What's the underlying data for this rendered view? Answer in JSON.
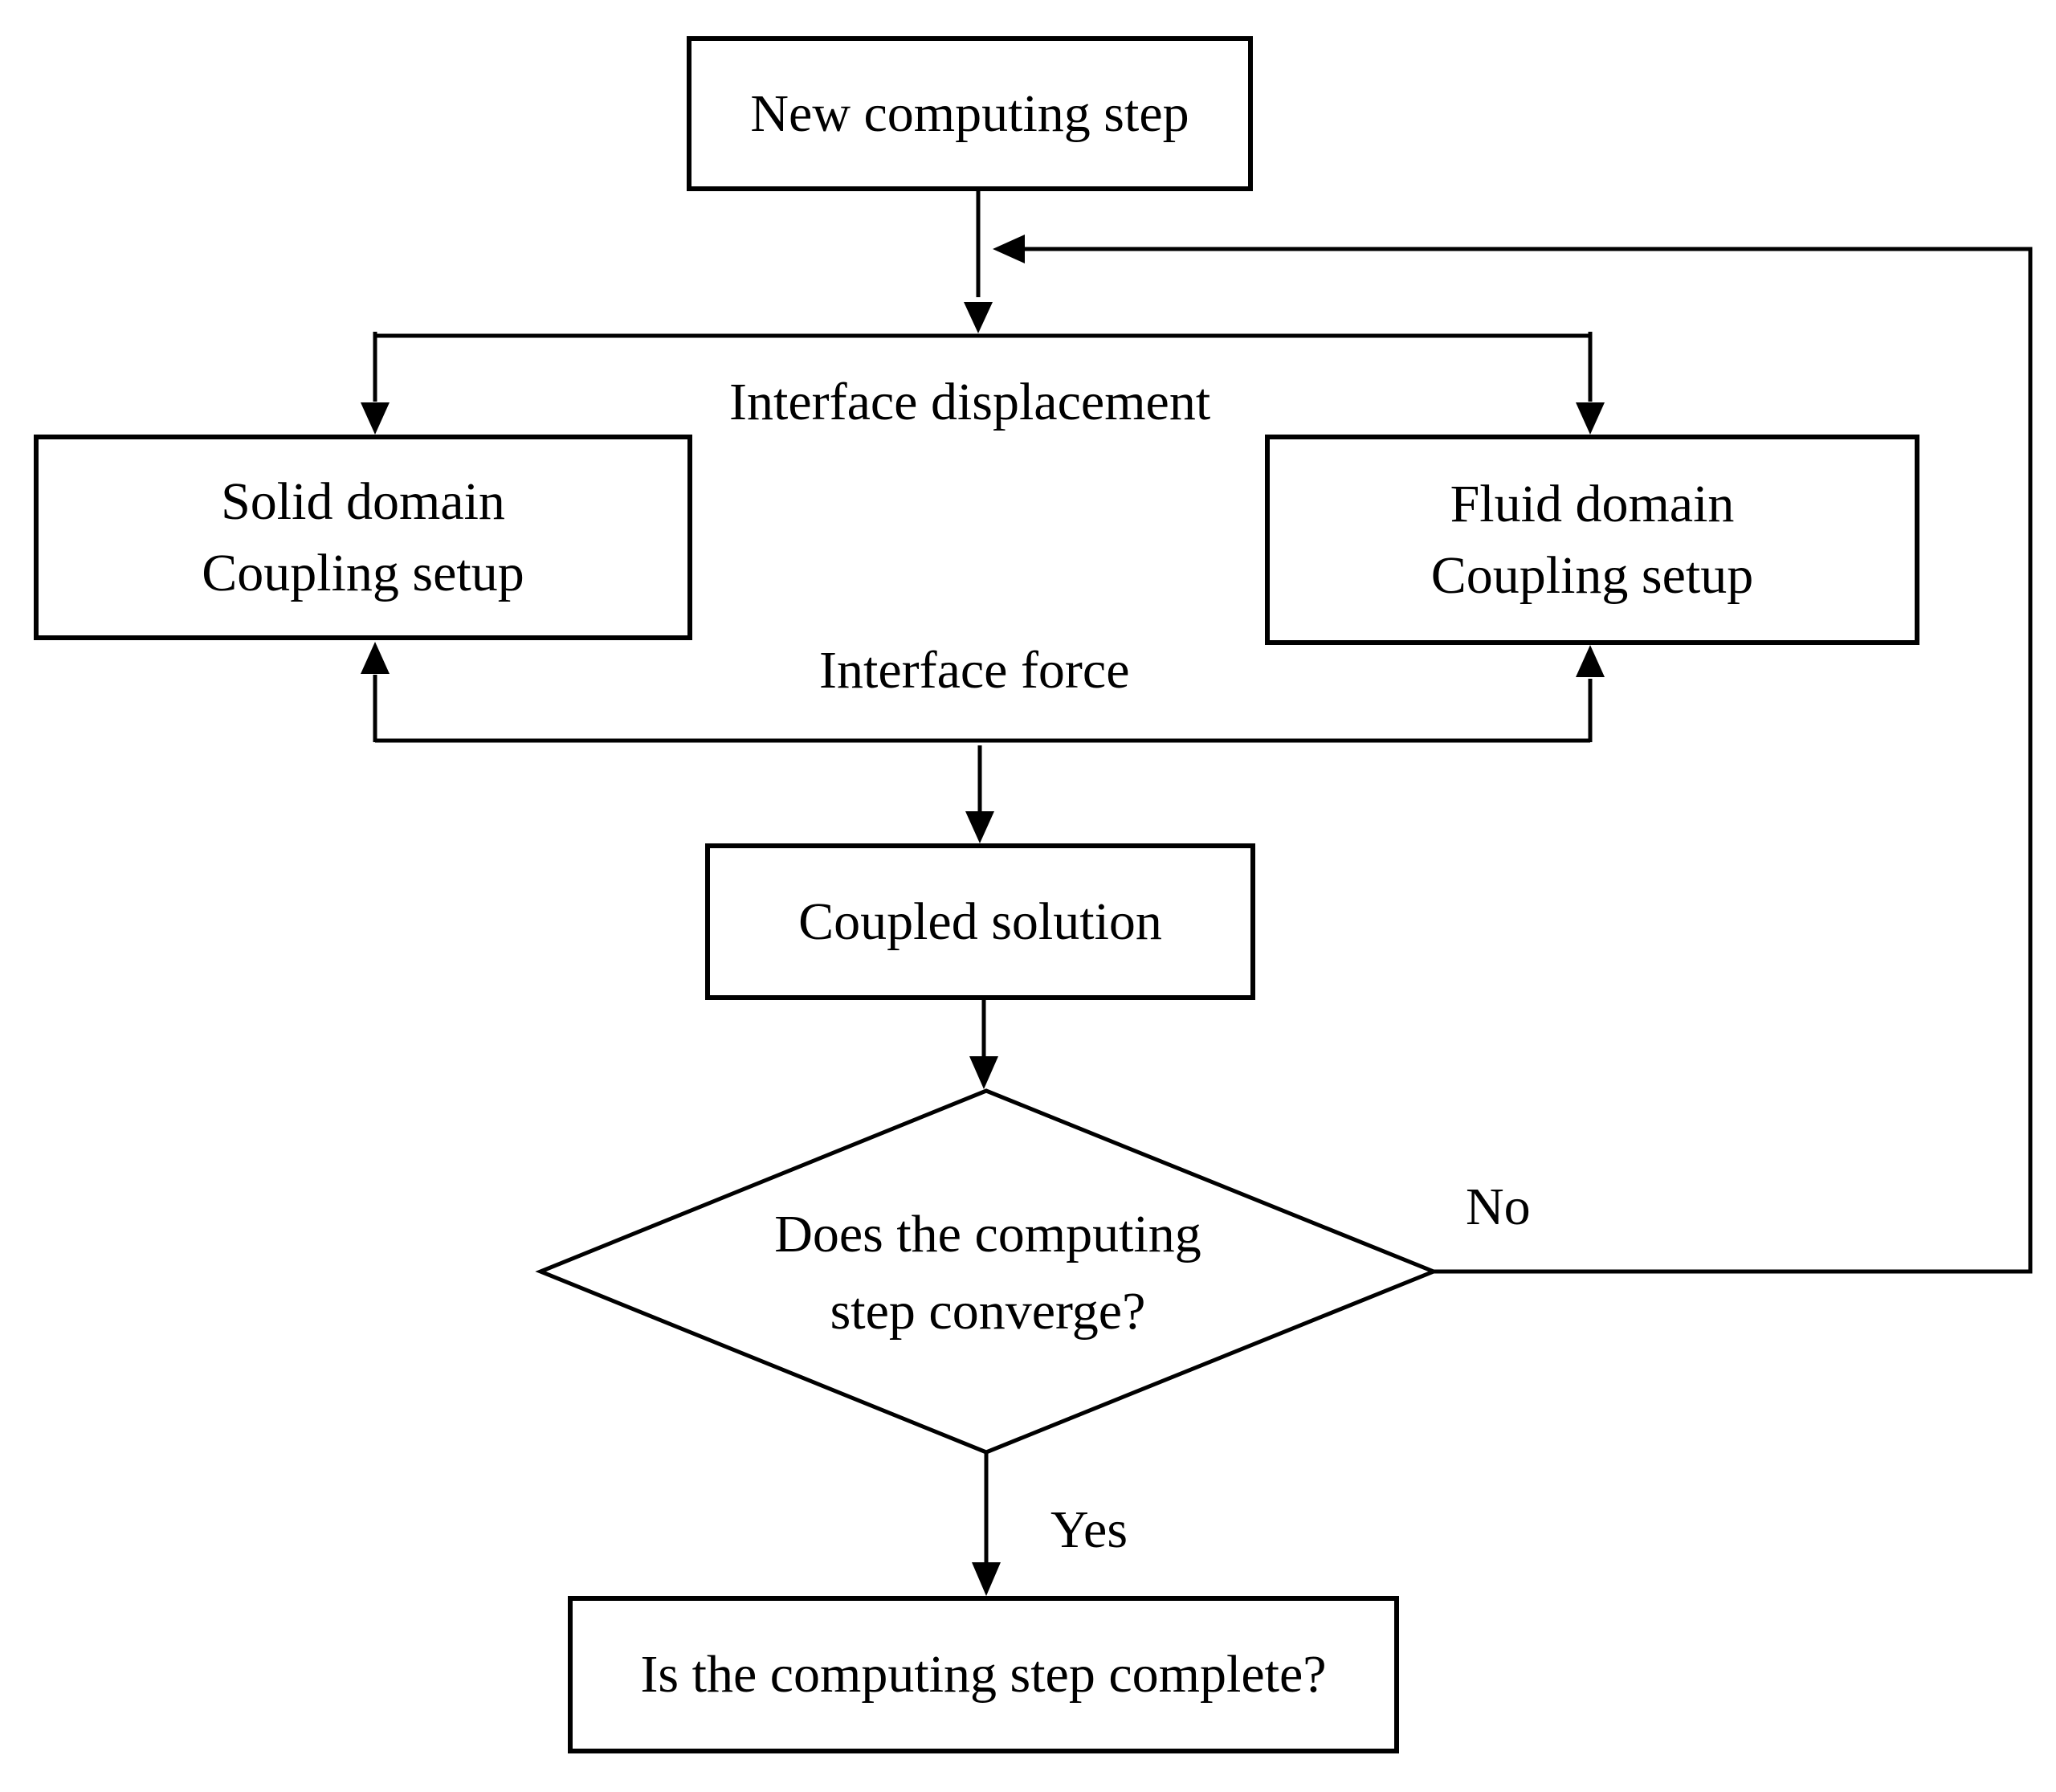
{
  "nodes": {
    "new_step": "New computing step",
    "solid_line1": "Solid domain",
    "solid_line2": "Coupling setup",
    "fluid_line1": "Fluid domain",
    "fluid_line2": "Coupling setup",
    "coupled": "Coupled solution",
    "decision_line1": "Does the computing",
    "decision_line2": "step converge?",
    "final": "Is the computing step complete?"
  },
  "edge_labels": {
    "displacement": "Interface displacement",
    "force": "Interface force",
    "no": "No",
    "yes": "Yes"
  }
}
